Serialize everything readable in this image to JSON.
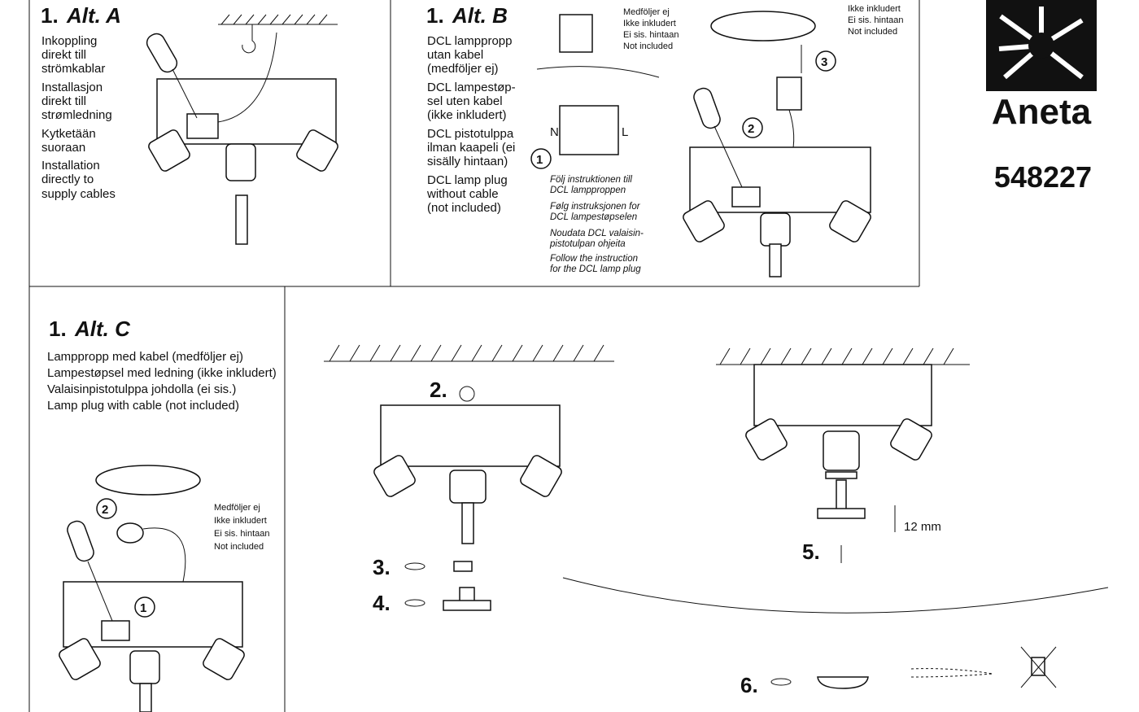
{
  "alt_a": {
    "title_num": "1.",
    "title": "Alt. A",
    "lines": [
      "Inkoppling",
      "direkt till",
      "strömkablar",
      "Installasjon",
      "direkt till",
      "strømledning",
      "Kytketään",
      "suoraan",
      "Installation",
      "directly to",
      "supply cables"
    ]
  },
  "alt_b": {
    "title_num": "1.",
    "title": "Alt. B",
    "lines": [
      "DCL lamppropp",
      "utan kabel",
      "(medföljer ej)",
      "DCL lampestøp-",
      "sel uten kabel",
      "(ikke inkludert)",
      "DCL  pistotulppa",
      "ilman kaapeli (ei",
      "sisälly hintaan)",
      "DCL lamp plug",
      "without cable",
      "(not included)"
    ],
    "not_included": [
      "Medföljer ej",
      "Ikke inkludert",
      "Ei sis. hintaan",
      "Not included"
    ],
    "not_included_2": [
      "Ikke inkludert",
      "Ei sis. hintaan",
      "Not included"
    ],
    "instructions": [
      "Följ instruktionen till",
      "DCL lampproppen",
      "Følg instruksjonen for",
      "DCL lampestøpselen",
      "Noudata DCL valaisin-",
      "pistotulpan ohjeita",
      "Follow the instruction",
      "for the DCL lamp plug"
    ],
    "n_label": "N",
    "l_label": "L",
    "steps": [
      "1",
      "2",
      "3"
    ]
  },
  "alt_c": {
    "title_num": "1.",
    "title": "Alt. C",
    "lines": [
      "Lamppropp med kabel (medföljer ej)",
      "Lampestøpsel med ledning (ikke inkludert)",
      "Valaisinpistotulppa johdolla (ei sis.)",
      "Lamp plug with cable (not included)"
    ],
    "not_included": [
      "Medföljer ej",
      "Ikke inkludert",
      "Ei sis. hintaan",
      "Not included"
    ],
    "steps": [
      "1",
      "2"
    ]
  },
  "steps": {
    "s2": "2.",
    "s3": "3.",
    "s4": "4.",
    "s5": "5.",
    "s6": "6.",
    "measure": "12 mm"
  },
  "brand": {
    "name": "Aneta",
    "article": "548227"
  }
}
